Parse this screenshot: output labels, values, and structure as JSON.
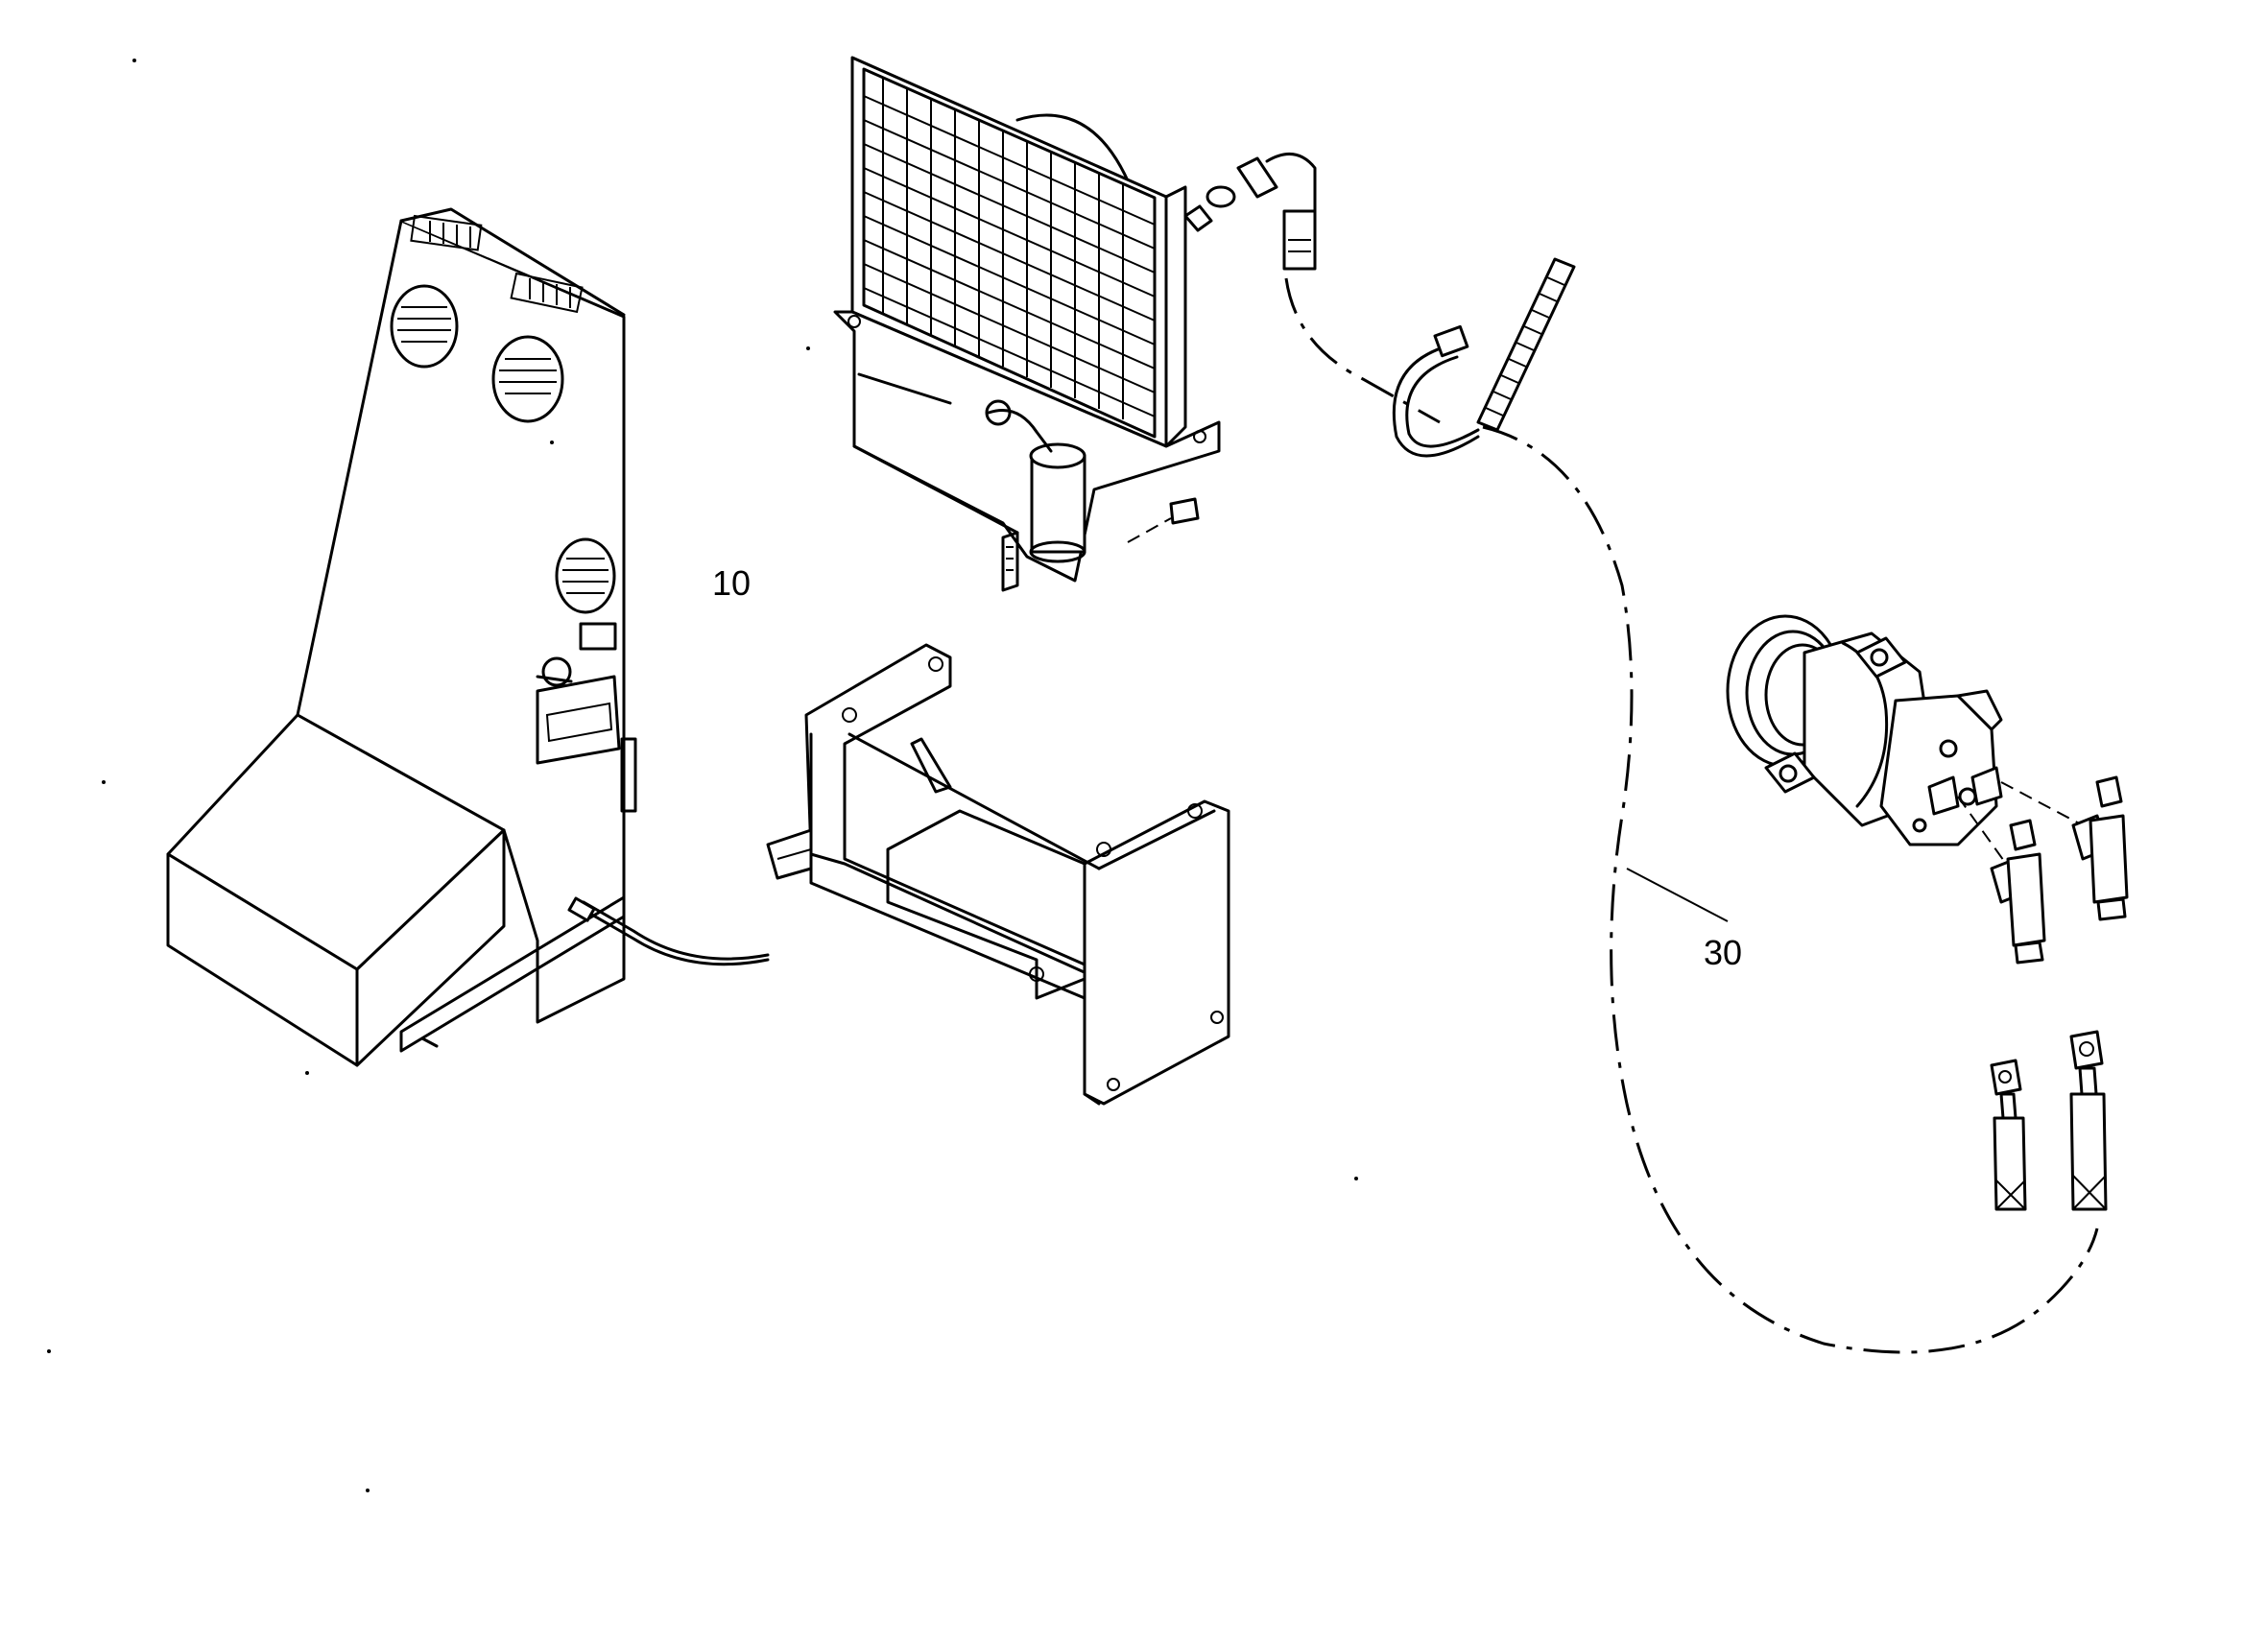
{
  "diagram": {
    "callouts": [
      {
        "id": "callout-10",
        "text": "10"
      },
      {
        "id": "callout-30",
        "text": "30"
      }
    ],
    "parts": [
      {
        "id": "evaporator-cabinet",
        "name": "evaporator-cabinet"
      },
      {
        "id": "condenser-unit",
        "name": "condenser-unit"
      },
      {
        "id": "mounting-bracket",
        "name": "mounting-bracket"
      },
      {
        "id": "cable-tie",
        "name": "cable-tie"
      },
      {
        "id": "compressor",
        "name": "compressor"
      },
      {
        "id": "hose-fittings",
        "name": "hose-fittings"
      }
    ]
  }
}
